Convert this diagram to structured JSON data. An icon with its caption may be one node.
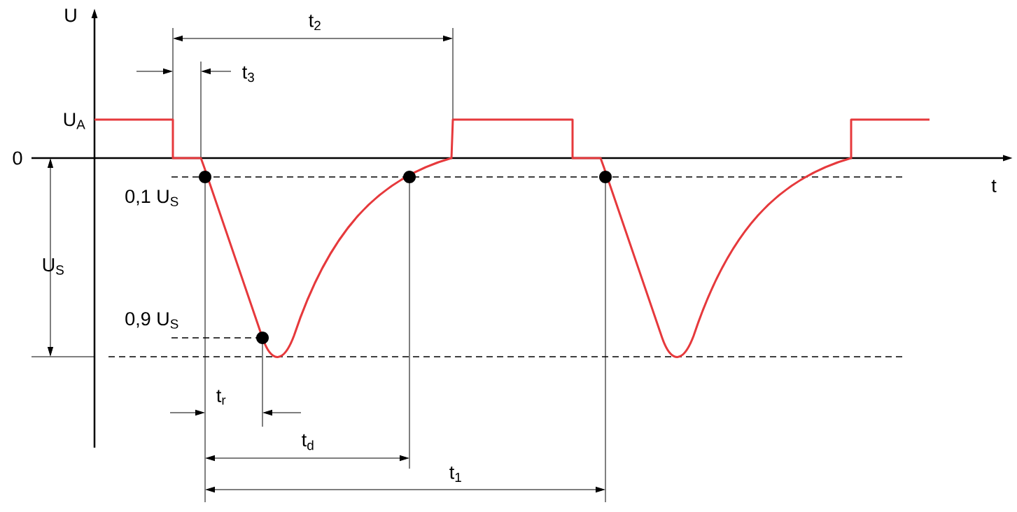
{
  "diagram": {
    "labels": [
      "U",
      "t$_{2}$",
      "t$_{3}$",
      "U$_{A}$",
      "0",
      "t",
      "0,1 U$_{S}$",
      "U$_{S}$",
      "0,9 U$_{S}$",
      "t$_{r}$",
      "t$_{d}$",
      "t$_{1}$"
    ]
  }
}
